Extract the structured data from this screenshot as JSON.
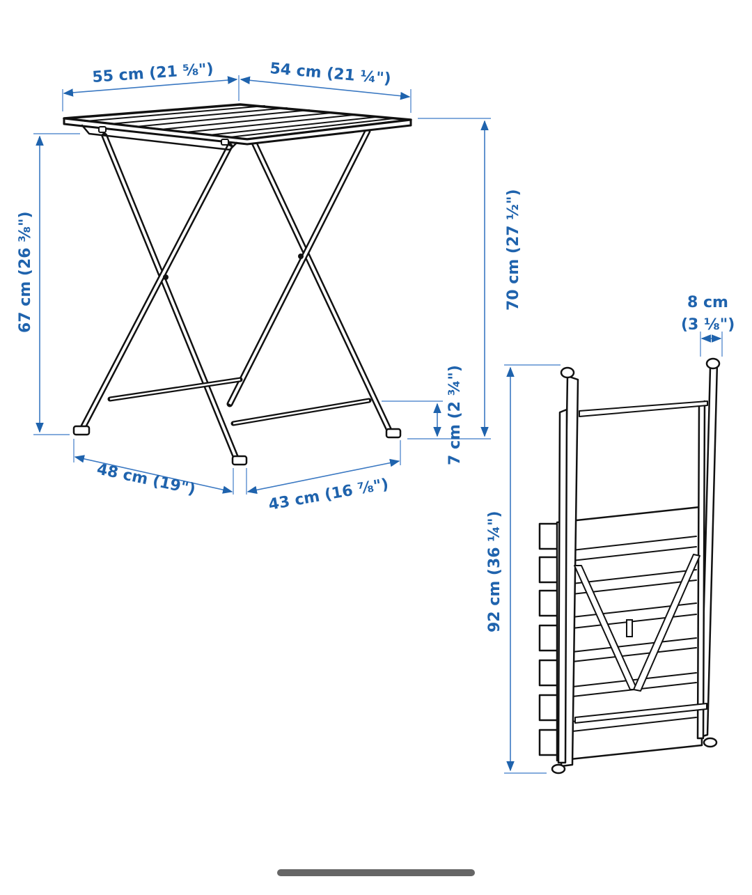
{
  "diagram": {
    "accent_color": "#1f63ad",
    "line_color": "#111111",
    "dimensions": {
      "top_left_width": "55 cm (21 ⅝\")",
      "top_right_depth": "54 cm (21 ¼\")",
      "leg_height": "67 cm (26 ⅜\")",
      "total_height": "70 cm (27 ½\")",
      "foot_height": "7 cm (2 ¾\")",
      "base_left": "48 cm (19\")",
      "base_right": "43 cm (16 ⅞\")",
      "folded_thickness_value": "8 cm",
      "folded_thickness_imperial": "(3 ⅛\")",
      "folded_height": "92 cm (36 ¼\")"
    },
    "views": [
      "unfolded-table",
      "folded-table"
    ]
  },
  "system": {
    "home_indicator_color": "#666666"
  }
}
